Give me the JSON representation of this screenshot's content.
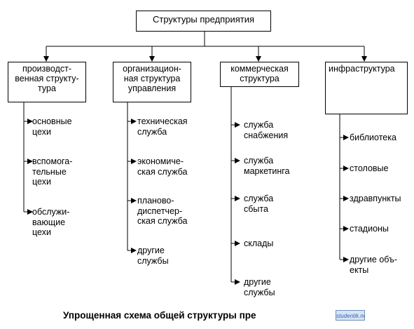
{
  "diagram": {
    "root": "Структуры предприятия",
    "columns": [
      {
        "title": "производст-\nвенная структу-\nтура",
        "items": [
          "основные\nцехи",
          "вспомога-\nтельные\nцехи",
          "обслужи-\nвающие\nцехи"
        ]
      },
      {
        "title": "организацион-\nная структура\nуправления",
        "items": [
          "техническая\nслужба",
          "экономиче-\nская служба",
          "планово-\nдиспетчер-\nская служба",
          "другие\nслужбы"
        ]
      },
      {
        "title": "коммерческая\nструктура",
        "items": [
          "служба\nснабжения",
          "служба\nмаркетинга",
          "служба\nсбыта",
          "склады",
          "другие\nслужбы"
        ]
      },
      {
        "title": "инфраструктура",
        "items": [
          "библиотека",
          "столовые",
          "здравпункты",
          "стадионы",
          "другие объ-\nекты"
        ]
      }
    ],
    "caption": "Упрощенная схема  общей структуры пре",
    "watermark": "studentik.net"
  }
}
